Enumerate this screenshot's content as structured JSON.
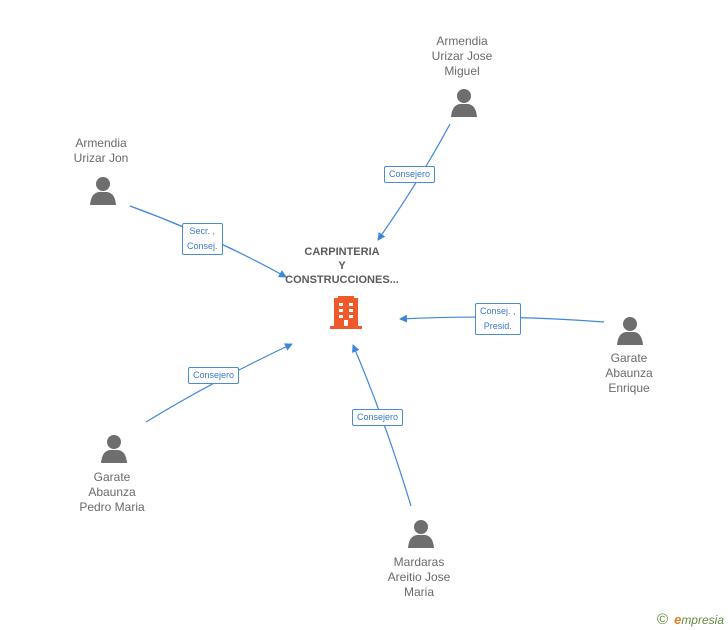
{
  "company": {
    "name": "CARPINTERIA\nY\nCONSTRUCCIONES..."
  },
  "people": [
    {
      "id": "p1",
      "name": "Armendia\nUrizar Jose\nMiguel"
    },
    {
      "id": "p2",
      "name": "Armendia\nUrizar Jon"
    },
    {
      "id": "p3",
      "name": "Garate\nAbaunza\nEnrique"
    },
    {
      "id": "p4",
      "name": "Garate\nAbaunza\nPedro Maria"
    },
    {
      "id": "p5",
      "name": "Mardaras\nAreitio Jose\nMaria"
    }
  ],
  "roles": [
    {
      "id": "r1",
      "label": "Consejero"
    },
    {
      "id": "r2",
      "label": "Secr. ,\nConsej."
    },
    {
      "id": "r3",
      "label": "Consej. ,\nPresid."
    },
    {
      "id": "r4",
      "label": "Consejero"
    },
    {
      "id": "r5",
      "label": "Consejero"
    }
  ],
  "footer": {
    "copyright": "©",
    "brand_initial": "e",
    "brand_rest": "mpresia"
  },
  "colors": {
    "edge": "#3f86d9",
    "building": "#f05a2a",
    "person": "#6e6e6e"
  }
}
